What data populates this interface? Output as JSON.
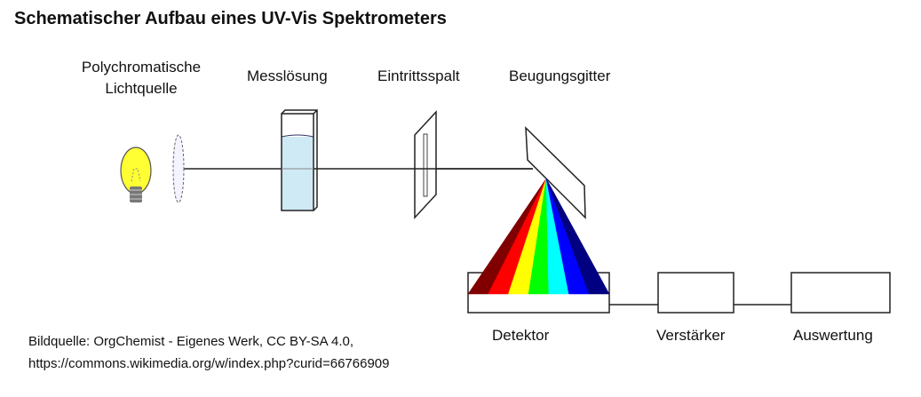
{
  "title": "Schematischer Aufbau eines UV-Vis Spektrometers",
  "labels": {
    "source_line1": "Polychromatische",
    "source_line2": "Lichtquelle",
    "sample": "Messlösung",
    "slit": "Eintrittsspalt",
    "grating": "Beugungsgitter",
    "detector": "Detektor",
    "amplifier": "Verstärker",
    "output": "Auswertung"
  },
  "source_credit": {
    "line1": "Bildquelle:   OrgChemist - Eigenes Werk, CC BY-SA 4.0,",
    "line2": "https://commons.wikimedia.org/w/index.php?curid=66766909"
  },
  "spectrum_colors": [
    "#800000",
    "#ff0000",
    "#ffff00",
    "#00ff00",
    "#00ffff",
    "#0000ff",
    "#000080"
  ]
}
